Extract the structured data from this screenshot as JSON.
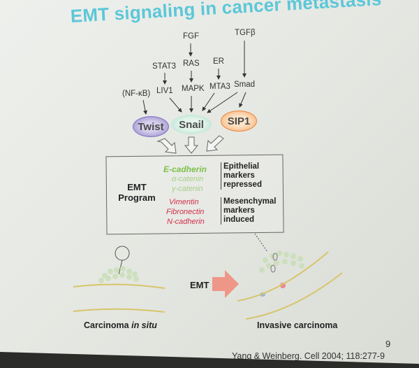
{
  "title": "EMT signaling in cancer metastasis",
  "signals": {
    "fgf": "FGF",
    "tgfb": "TGFβ",
    "stat3": "STAT3",
    "ras": "RAS",
    "er": "ER",
    "nfkb": "(NF-κB)",
    "liv1": "LIV1",
    "mapk": "MAPK",
    "mta3": "MTA3",
    "smad": "Smad"
  },
  "factors": {
    "twist": "Twist",
    "snail": "Snail",
    "sip1": "SIP1"
  },
  "program": {
    "label_line1": "EMT",
    "label_line2": "Program",
    "epithelial_markers": [
      "E-cadherin",
      "α-catenin",
      "γ-catenin"
    ],
    "epithelial_desc": [
      "Epithelial",
      "markers",
      "repressed"
    ],
    "mesenchymal_markers": [
      "Vimentin",
      "Fibronectin",
      "N-cadherin"
    ],
    "mesenchymal_desc": [
      "Mesenchymal",
      "markers",
      "induced"
    ]
  },
  "emt_arrow_label": "EMT",
  "captions": {
    "left_prefix": "Carcinoma ",
    "left_italic": "in situ",
    "right": "Invasive carcinoma"
  },
  "page_number": "9",
  "citation": "Yang & Weinberg. Cell 2004; 118:277-9",
  "colors": {
    "title": "#5cc7d8",
    "epithelial": "#7cc04a",
    "epithelial_faint": "#a6cf86",
    "mesenchymal": "#d0304a",
    "twist": "#8c82c8",
    "snail": "#a8dcc8",
    "sip1": "#f7a868",
    "emt_arrow": "#f08a7a"
  }
}
